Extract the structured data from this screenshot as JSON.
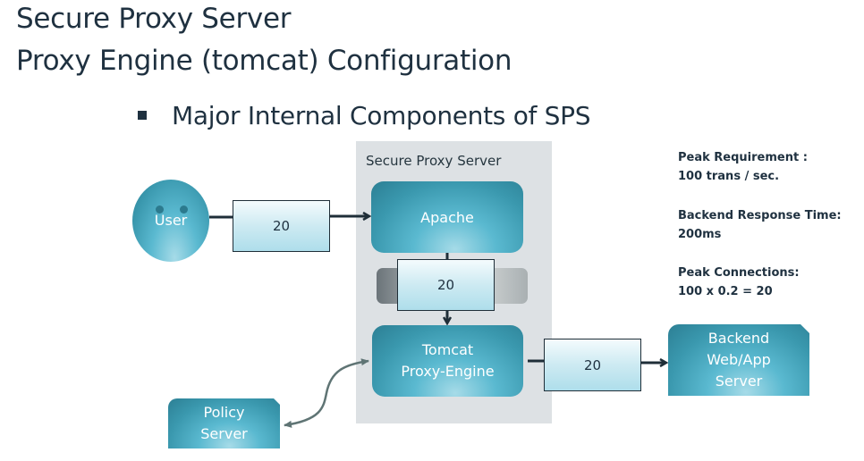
{
  "slide": {
    "title_line1": "Secure Proxy Server",
    "title_line2": "Proxy Engine (tomcat) Configuration",
    "bullet": "Major Internal Components of SPS"
  },
  "diagram": {
    "container_label": "Secure Proxy Server",
    "nodes": {
      "user": "User",
      "apache": "Apache",
      "tomcat_line1": "Tomcat",
      "tomcat_line2": "Proxy-Engine",
      "backend_line1": "Backend",
      "backend_line2": "Web/App",
      "backend_line3": "Server",
      "policy_line1": "Policy",
      "policy_line2": "Server"
    },
    "connections": {
      "user_to_apache": "20",
      "apache_to_tomcat": "20",
      "tomcat_to_backend": "20"
    },
    "colors": {
      "node_teal": "#3a98ae",
      "connection_box": "#cdeaf2",
      "container_gray": "#dde1e4",
      "text_dark": "#1f3140"
    }
  },
  "notes": {
    "peak_requirement_label": "Peak Requirement :",
    "peak_requirement_value": "100 trans / sec.",
    "response_time_label": "Backend Response Time:",
    "response_time_value": "200ms",
    "peak_connections_label": "Peak Connections:",
    "peak_connections_value": "100 x 0.2 = 20"
  }
}
